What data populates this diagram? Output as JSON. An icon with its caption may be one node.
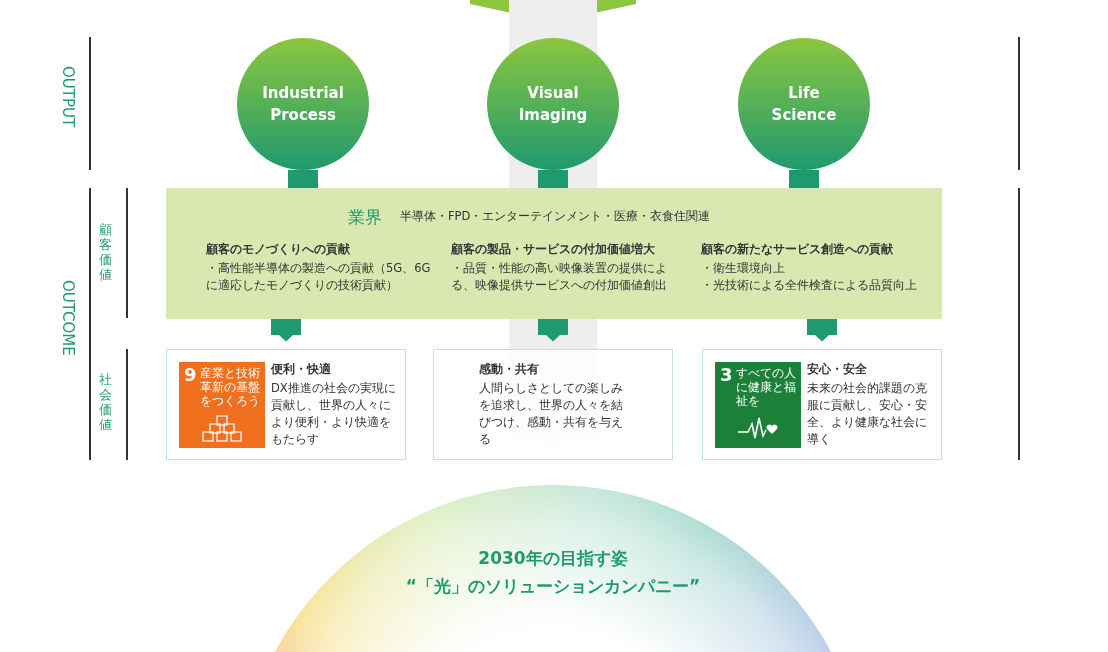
{
  "diagram": {
    "nodes": [
      {
        "text": [
          "Industrial Process"
        ]
      },
      {
        "text": [
          "Visual Imaging"
        ]
      },
      {
        "text": [
          "Life Science"
        ]
      },
      {
        "text": [
          "業界",
          "半導体・FPD・エンターテインメント・医療・衣食住関連",
          "顧客のモノづくりへの貢献",
          "・高性能半導体の製造への貢献（5G、6Gに適応したモノづくりの技術貢献）",
          "顧客の製品・サービスの付加価値増大",
          "・品質・性能の高い映像装置の提供による、映像提供サービスへの付加価値創出",
          "顧客の新たなサービス創造への貢献",
          "・衛生環境向上",
          "・光技術による全件検査による品質向上"
        ]
      },
      {
        "text": [
          "便利・快適",
          "DX推進の社会の実現に貢献し、世界の人々により便利・より快適をもたらす"
        ]
      },
      {
        "text": [
          "9",
          "産業と技術革新の基盤をつくろう"
        ],
        "in": 4
      },
      {
        "text": [
          "感動・共有",
          "人間らしさとしての楽しみを追求し、世界の人々を結びつけ、感動・共有を与える"
        ]
      },
      {
        "text": [
          "安心・安全",
          "未来の社会的課題の克服に貢献し、安心・安全、より健康な社会に導く"
        ]
      },
      {
        "text": [
          "3",
          "すべての人に健康と福祉を"
        ],
        "in": 7
      },
      {
        "text": [
          "2030年の目指す姿",
          "“「光」のソリューションカンパニー”"
        ]
      }
    ],
    "edges": [
      {
        "from": 0,
        "to": 3,
        "arrow": "none"
      },
      {
        "from": 1,
        "to": 3,
        "arrow": "none"
      },
      {
        "from": 2,
        "to": 3,
        "arrow": "none"
      },
      {
        "from": 3,
        "to": 4,
        "arrow": "to"
      },
      {
        "from": 3,
        "to": 6,
        "arrow": "to"
      },
      {
        "from": 3,
        "to": 7,
        "arrow": "to"
      },
      {
        "from": null,
        "to": 9,
        "arrow": "to",
        "style": "thick",
        "color": "#eeeeee"
      }
    ],
    "labels": [
      "OUTPUT",
      "OUTCOME",
      "顧客価値",
      "社会価値"
    ]
  }
}
